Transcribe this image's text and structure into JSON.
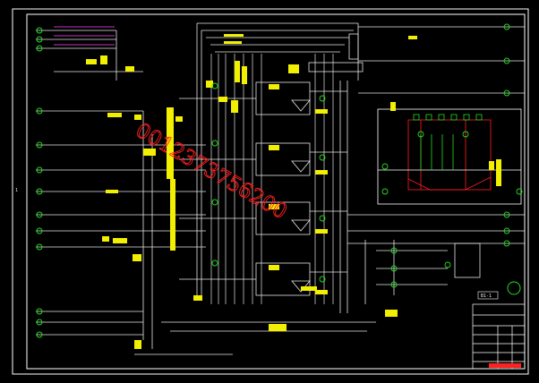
{
  "watermark": "0012373756200",
  "frame_label": "1",
  "panel_tag": "B1-1",
  "colors": {
    "background": "#000000",
    "frame": "#ffffff",
    "pipe": "#e6e6e6",
    "yellow": "#f2f000",
    "green": "#22dd22",
    "red": "#ff2020",
    "magenta": "#ff40ff",
    "cyan": "#40ffff",
    "watermark": "#ff2020"
  }
}
